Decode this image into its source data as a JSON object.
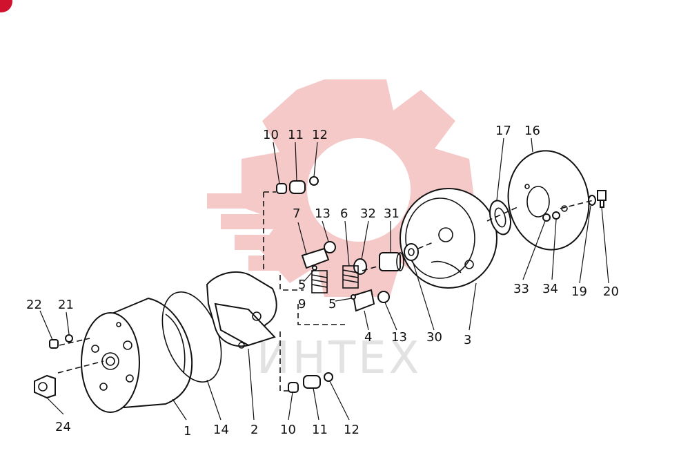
{
  "watermark": {
    "text": "ИНТЕХ",
    "gear_color": "#f6c9c9",
    "text_color": "#e2e2e2"
  },
  "corner_badge": {
    "color": "#d0122f"
  },
  "labels": {
    "p1": "1",
    "p2": "2",
    "p3": "3",
    "p4": "4",
    "p5a": "5",
    "p5b": "5",
    "p6": "6",
    "p7": "7",
    "p9": "9",
    "p10a": "10",
    "p10b": "10",
    "p11a": "11",
    "p11b": "11",
    "p12a": "12",
    "p12b": "12",
    "p13a": "13",
    "p13b": "13",
    "p14": "14",
    "p16": "16",
    "p17": "17",
    "p19": "19",
    "p20": "20",
    "p21": "21",
    "p22": "22",
    "p24": "24",
    "p30": "30",
    "p31": "31",
    "p32": "32",
    "p33": "33",
    "p34": "34"
  }
}
